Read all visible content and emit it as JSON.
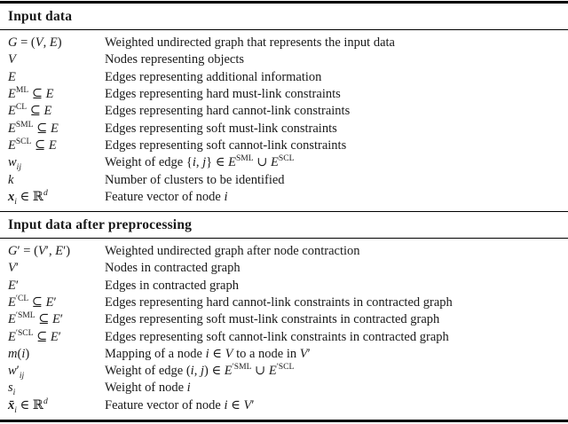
{
  "page": {
    "background_color": "#ffffff",
    "text_color": "#1a1a1a",
    "rule_color": "#000000"
  },
  "sections": [
    {
      "header": "Input data",
      "rows": [
        {
          "symbol": "<i>G</i> = (<i>V</i>, <i>E</i>)",
          "desc": "Weighted undirected graph that represents the input data"
        },
        {
          "symbol": "<i>V</i>",
          "desc": "Nodes representing objects"
        },
        {
          "symbol": "<i>E</i>",
          "desc": "Edges representing additional information"
        },
        {
          "symbol": "<i>E</i><sup>ML</sup> ⊆ <i>E</i>",
          "desc": "Edges representing hard must-link constraints"
        },
        {
          "symbol": "<i>E</i><sup>CL</sup> ⊆ <i>E</i>",
          "desc": "Edges representing hard cannot-link constraints"
        },
        {
          "symbol": "<i>E</i><sup>SML</sup> ⊆ <i>E</i>",
          "desc": "Edges representing soft must-link constraints"
        },
        {
          "symbol": "<i>E</i><sup>SCL</sup> ⊆ <i>E</i>",
          "desc": "Edges representing soft cannot-link constraints"
        },
        {
          "symbol": "<i>w</i><sub><i>ij</i></sub>",
          "desc": "Weight of edge {<i>i</i>, <i>j</i>} ∈ <i>E</i><sup>SML</sup> ∪ <i>E</i><sup>SCL</sup>"
        },
        {
          "symbol": "<i>k</i>",
          "desc": "Number of clusters to be identified"
        },
        {
          "symbol": "<b><i>x</i></b><sub><i>i</i></sub> ∈ ℝ<sup><i>d</i></sup>",
          "desc": "Feature vector of node <i>i</i>"
        }
      ]
    },
    {
      "header": "Input data after preprocessing",
      "rows": [
        {
          "symbol": "<i>G</i>′ = (<i>V</i>′, <i>E</i>′)",
          "desc": "Weighted undirected graph after node contraction"
        },
        {
          "symbol": "<i>V</i>′",
          "desc": "Nodes in contracted graph"
        },
        {
          "symbol": "<i>E</i>′",
          "desc": "Edges in contracted graph"
        },
        {
          "symbol": "<i>E</i><sup>′CL</sup> ⊆ <i>E</i>′",
          "desc": "Edges representing hard cannot-link constraints in contracted graph"
        },
        {
          "symbol": "<i>E</i><sup>′SML</sup> ⊆ <i>E</i>′",
          "desc": "Edges representing soft must-link constraints in contracted graph"
        },
        {
          "symbol": "<i>E</i><sup>′SCL</sup> ⊆ <i>E</i>′",
          "desc": "Edges representing soft cannot-link constraints in contracted graph"
        },
        {
          "symbol": "<i>m</i>(<i>i</i>)",
          "desc": "Mapping of a node <i>i</i> ∈ <i>V</i> to a node in <i>V</i>′"
        },
        {
          "symbol": "<i>w</i>′<sub><i>ij</i></sub>",
          "desc": "Weight of edge (<i>i</i>, <i>j</i>) ∈ <i>E</i><sup>′SML</sup> ∪ <i>E</i><sup>′SCL</sup>"
        },
        {
          "symbol": "<i>s</i><sub><i>i</i></sub>",
          "desc": "Weight of node <i>i</i>"
        },
        {
          "symbol": "<b><i>x̄</i></b><sub><i>i</i></sub> ∈ ℝ<sup><i>d</i></sup>",
          "desc": "Feature vector of node <i>i</i> ∈ <i>V</i>′"
        }
      ]
    }
  ]
}
